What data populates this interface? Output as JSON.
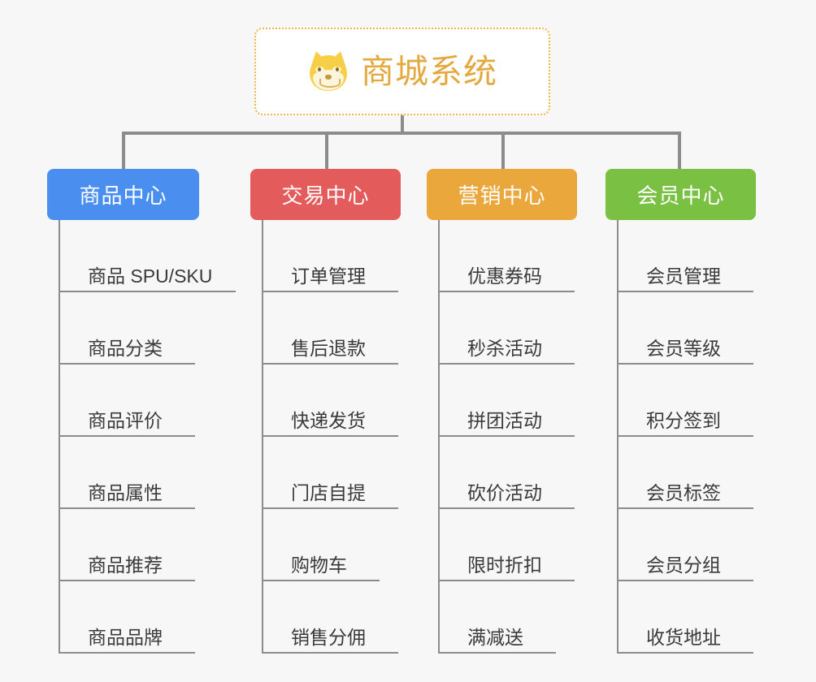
{
  "page": {
    "background_color": "#f7f7f7",
    "line_color": "#8c8c8c",
    "leaf_text_color": "#3a3a3a"
  },
  "root": {
    "title": "商城系统",
    "icon": "dog-face-emoji",
    "title_color": "#e4a93e",
    "border_color": "#edb54a",
    "background_color": "#ffffff"
  },
  "branches": [
    {
      "id": "product-center",
      "label": "商品中心",
      "color": "#4a8ef0",
      "items": [
        "商品 SPU/SKU",
        "商品分类",
        "商品评价",
        "商品属性",
        "商品推荐",
        "商品品牌"
      ]
    },
    {
      "id": "trade-center",
      "label": "交易中心",
      "color": "#e45b5b",
      "items": [
        "订单管理",
        "售后退款",
        "快递发货",
        "门店自提",
        "购物车",
        "销售分佣"
      ]
    },
    {
      "id": "marketing-center",
      "label": "营销中心",
      "color": "#eaa73c",
      "items": [
        "优惠券码",
        "秒杀活动",
        "拼团活动",
        "砍价活动",
        "限时折扣",
        "满减送"
      ]
    },
    {
      "id": "member-center",
      "label": "会员中心",
      "color": "#7ac143",
      "items": [
        "会员管理",
        "会员等级",
        "积分签到",
        "会员标签",
        "会员分组",
        "收货地址"
      ]
    }
  ]
}
